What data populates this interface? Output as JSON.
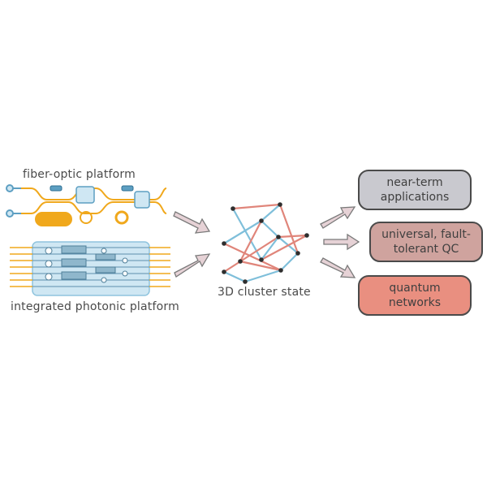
{
  "labels": {
    "fiber_platform": "fiber-optic platform",
    "integrated_platform": "integrated photonic platform",
    "cluster_state": "3D cluster state"
  },
  "outputs": [
    {
      "text": "near-term\napplications",
      "color": "#c9c9cf"
    },
    {
      "text": "universal, fault-\ntolerant QC",
      "color": "#cfa39e"
    },
    {
      "text": "quantum\nnetworks",
      "color": "#e98f80"
    }
  ],
  "colors": {
    "fiber": "#f0a81c",
    "chip": "#cfe7f3",
    "chip_edge": "#8fc4de",
    "edge_blue": "#7fbfda",
    "edge_red": "#e0857a",
    "arrow": "#e6d2d6",
    "arrow_edge": "#7a7a7a"
  }
}
